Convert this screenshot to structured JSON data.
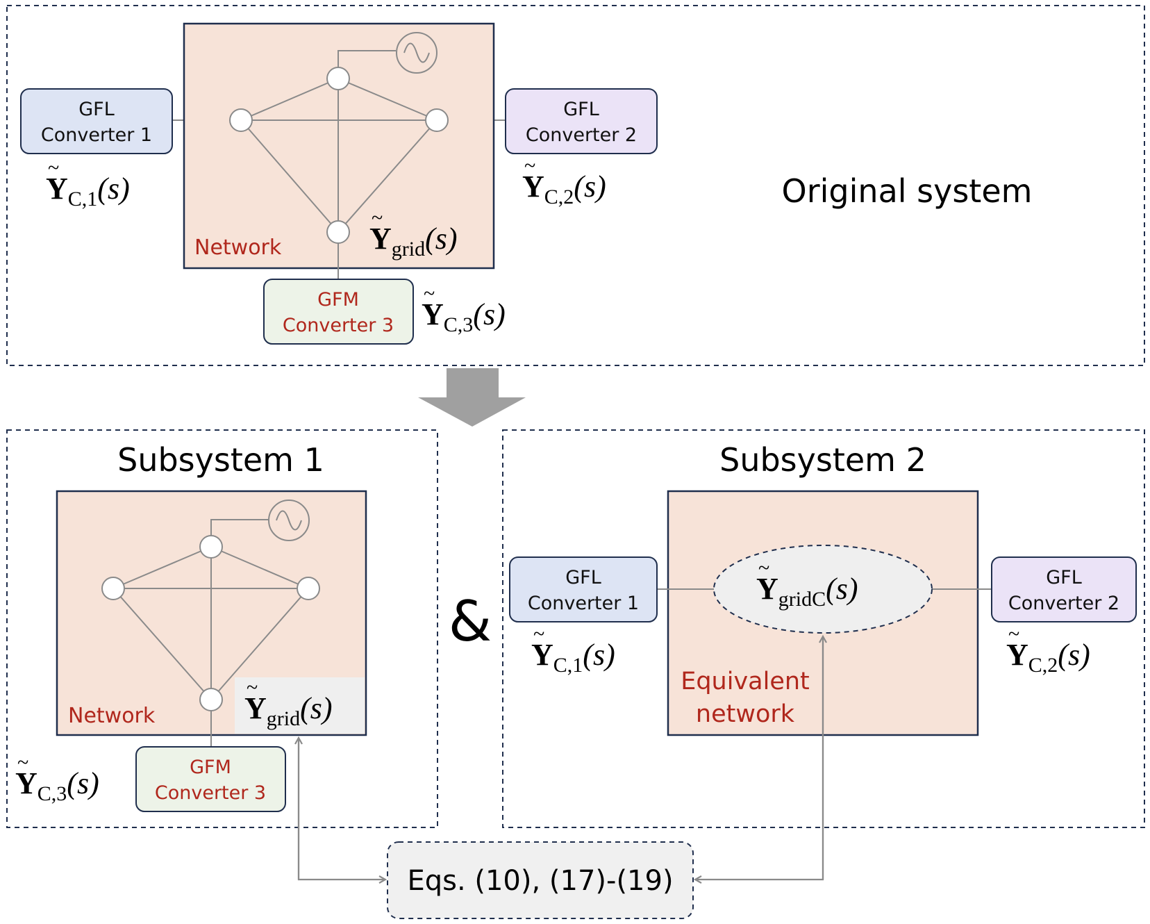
{
  "colors": {
    "dashed_border": "#1f2e4d",
    "network_fill": "#f7e3d8",
    "network_border": "#1f2e4d",
    "gfl1_fill": "#dde4f4",
    "gfl2_fill": "#ebe3f7",
    "gfm_fill": "#edf3e8",
    "label_red": "#b0271c",
    "line_gray": "#8a8a8a",
    "arrow_gray": "#a0a0a0",
    "eqs_fill": "#f0f0f0",
    "ellipse_fill": "#efefef"
  },
  "original": {
    "title": "Original system",
    "network_label": "Network",
    "ygrid": {
      "sym": "Y",
      "sub": "grid",
      "arg": "(s)"
    },
    "gfl1": {
      "line1": "GFL",
      "line2": "Converter 1",
      "sym": "Y",
      "sub": "C,1",
      "arg": "(s)"
    },
    "gfl2": {
      "line1": "GFL",
      "line2": "Converter 2",
      "sym": "Y",
      "sub": "C,2",
      "arg": "(s)"
    },
    "gfm3": {
      "line1": "GFM",
      "line2": "Converter 3",
      "sym": "Y",
      "sub": "C,3",
      "arg": "(s)"
    }
  },
  "sub1": {
    "title": "Subsystem 1",
    "network_label": "Network",
    "ygrid": {
      "sym": "Y",
      "sub": "grid",
      "arg": "(s)"
    },
    "gfm3": {
      "line1": "GFM",
      "line2": "Converter 3",
      "sym": "Y",
      "sub": "C,3",
      "arg": "(s)"
    }
  },
  "ampersand": "&",
  "sub2": {
    "title": "Subsystem 2",
    "network_label_1": "Equivalent",
    "network_label_2": "network",
    "ygridc": {
      "sym": "Y",
      "sub": "gridC",
      "arg": "(s)"
    },
    "gfl1": {
      "line1": "GFL",
      "line2": "Converter 1",
      "sym": "Y",
      "sub": "C,1",
      "arg": "(s)"
    },
    "gfl2": {
      "line1": "GFL",
      "line2": "Converter 2",
      "sym": "Y",
      "sub": "C,2",
      "arg": "(s)"
    }
  },
  "eqs": "Eqs. (10), (17)-(19)"
}
